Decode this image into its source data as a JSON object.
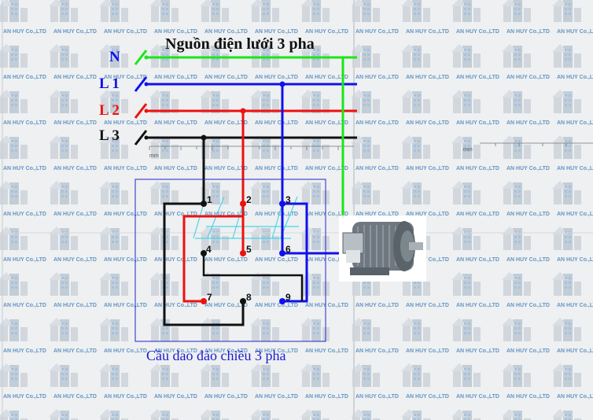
{
  "title": "Nguồn điện lưới 3 pha",
  "caption": "Cầu dao đảo chiều 3 pha",
  "watermark": "AN HUY Co.,LTD",
  "ruler_unit": "mm",
  "lines": [
    {
      "label": "N",
      "color": "#19e619"
    },
    {
      "label": "L 1",
      "color": "#1010ee"
    },
    {
      "label": "L 2",
      "color": "#ee1010"
    },
    {
      "label": "L 3",
      "color": "#111111"
    }
  ],
  "terminals": [
    "1",
    "2",
    "3",
    "4",
    "5",
    "6",
    "7",
    "8",
    "9"
  ],
  "icons": {
    "motor": "electric-motor-icon",
    "switch": "knife-switch-icon"
  }
}
